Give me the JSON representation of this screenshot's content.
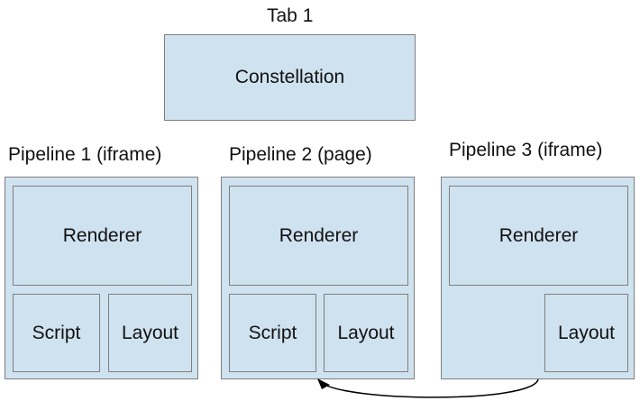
{
  "tab": {
    "title": "Tab 1",
    "constellation_label": "Constellation"
  },
  "pipelines": [
    {
      "title": "Pipeline 1 (iframe)",
      "renderer_label": "Renderer",
      "script_label": "Script",
      "layout_label": "Layout"
    },
    {
      "title": "Pipeline 2 (page)",
      "renderer_label": "Renderer",
      "script_label": "Script",
      "layout_label": "Layout"
    },
    {
      "title": "Pipeline 3 (iframe)",
      "renderer_label": "Renderer",
      "layout_label": "Layout"
    }
  ],
  "colors": {
    "box_fill": "#cfe2ef",
    "box_border": "#7f7f7f",
    "arrow": "#000000"
  }
}
